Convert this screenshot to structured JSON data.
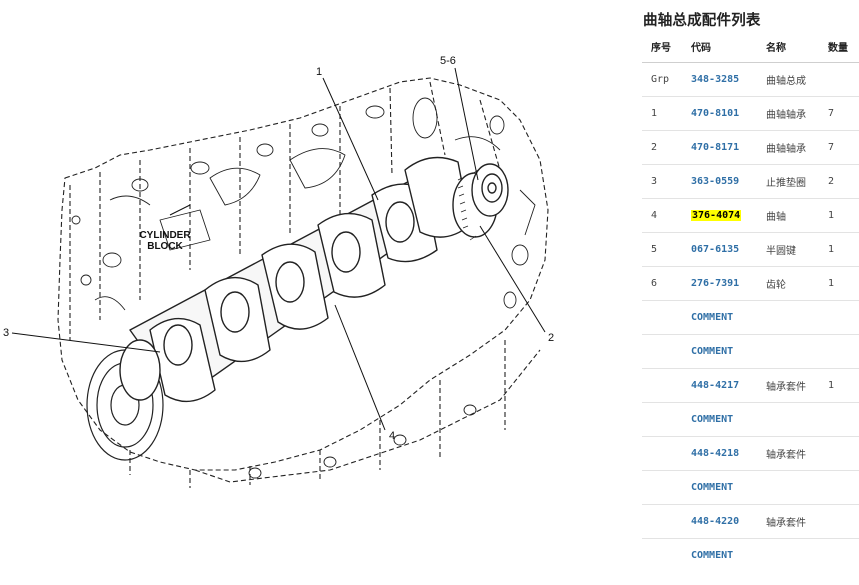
{
  "diagram": {
    "block_label_line1": "CYLINDER",
    "block_label_line2": "BLOCK",
    "callouts": [
      "1",
      "5-6",
      "2",
      "3",
      "4"
    ]
  },
  "parts_list": {
    "title": "曲轴总成配件列表",
    "headers": {
      "seq": "序号",
      "code": "代码",
      "name": "名称",
      "qty": "数量"
    },
    "highlight_color": "#ffff00",
    "link_color": "#2f6fa6",
    "rows": [
      {
        "seq": "Grp",
        "code": "348-3285",
        "name": "曲轴总成",
        "qty": ""
      },
      {
        "seq": "1",
        "code": "470-8101",
        "name": "曲轴轴承",
        "qty": "7"
      },
      {
        "seq": "2",
        "code": "470-8171",
        "name": "曲轴轴承",
        "qty": "7"
      },
      {
        "seq": "3",
        "code": "363-0559",
        "name": "止推垫圈",
        "qty": "2"
      },
      {
        "seq": "4",
        "code": "376-4074",
        "name": "曲轴",
        "qty": "1",
        "highlighted": true
      },
      {
        "seq": "5",
        "code": "067-6135",
        "name": "半圆键",
        "qty": "1"
      },
      {
        "seq": "6",
        "code": "276-7391",
        "name": "齿轮",
        "qty": "1"
      },
      {
        "seq": "",
        "code": "COMMENT",
        "name": "",
        "qty": ""
      },
      {
        "seq": "",
        "code": "COMMENT",
        "name": "",
        "qty": ""
      },
      {
        "seq": "",
        "code": "448-4217",
        "name": "轴承套件",
        "qty": "1"
      },
      {
        "seq": "",
        "code": "COMMENT",
        "name": "",
        "qty": ""
      },
      {
        "seq": "",
        "code": "448-4218",
        "name": "轴承套件",
        "qty": ""
      },
      {
        "seq": "",
        "code": "COMMENT",
        "name": "",
        "qty": ""
      },
      {
        "seq": "",
        "code": "448-4220",
        "name": "轴承套件",
        "qty": ""
      },
      {
        "seq": "",
        "code": "COMMENT",
        "name": "",
        "qty": ""
      }
    ]
  }
}
